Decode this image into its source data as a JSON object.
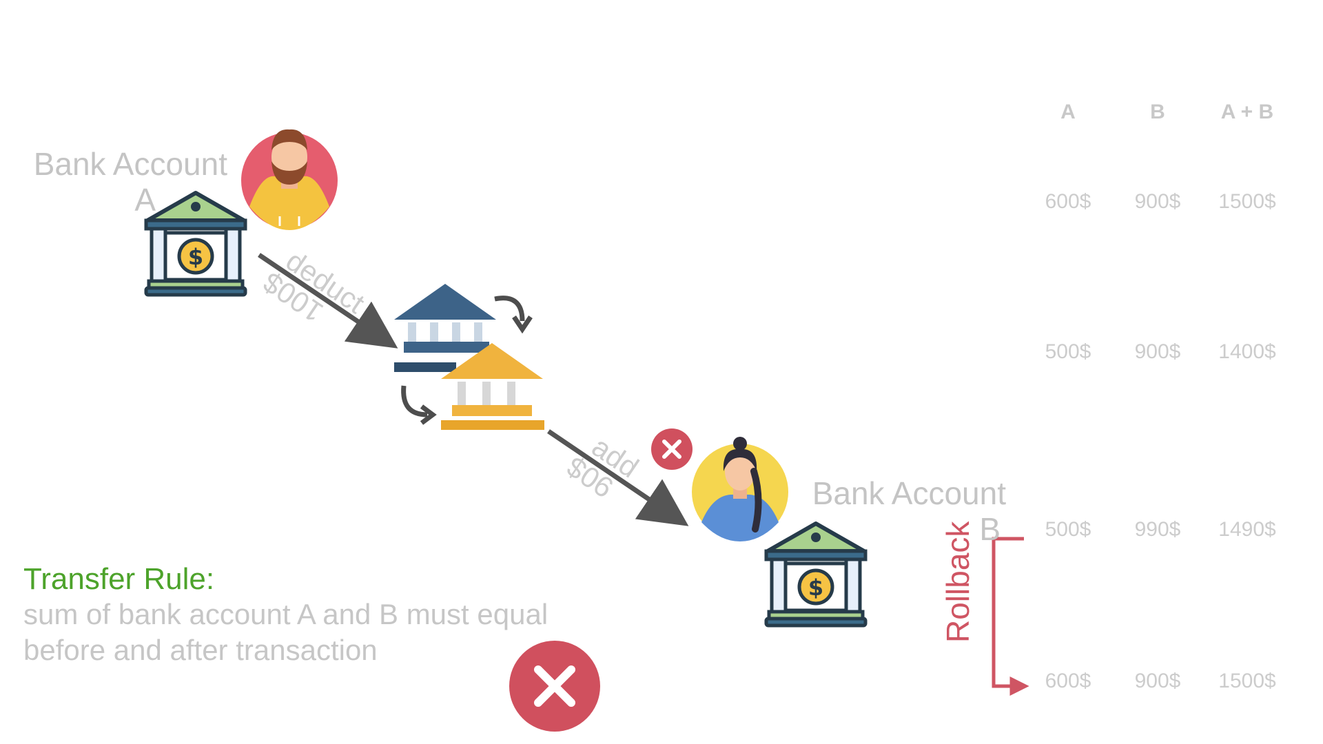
{
  "account_a": {
    "line1": "Bank Account",
    "line2": "A"
  },
  "account_b": {
    "line1": "Bank Account",
    "line2": "B"
  },
  "arrow_deduct": {
    "line1": "deduct",
    "line2": "100$"
  },
  "arrow_add": {
    "line1": "add",
    "line2": "90$"
  },
  "transfer_rule": {
    "title": "Transfer Rule:",
    "line1": "sum of bank account A and B must equal",
    "line2": "before and after transaction"
  },
  "rollback_label": "Rollback",
  "table": {
    "headers": [
      "A",
      "B",
      "A + B"
    ],
    "rows": [
      [
        "600$",
        "900$",
        "1500$"
      ],
      [
        "500$",
        "900$",
        "1400$"
      ],
      [
        "500$",
        "990$",
        "1490$"
      ],
      [
        "600$",
        "900$",
        "1500$"
      ]
    ]
  },
  "colors": {
    "error_red": "#d0505e",
    "rule_green": "#4da32b",
    "label_gray": "#c4c4c4",
    "arrow_gray": "#555555"
  },
  "icons": [
    "bank-building-icon",
    "person-man-avatar-icon",
    "person-woman-avatar-icon",
    "bank-transfer-icon",
    "error-x-icon"
  ]
}
